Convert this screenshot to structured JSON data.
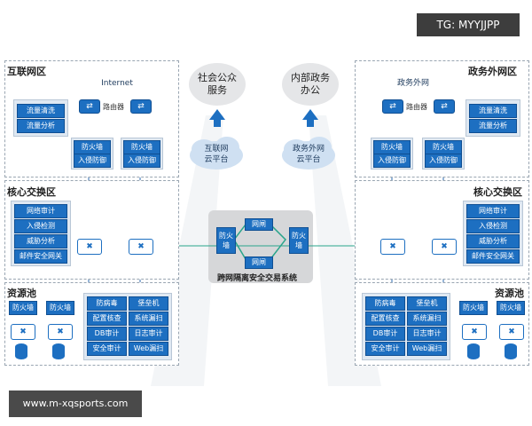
{
  "watermark_top": "TG: MYYJJPP",
  "watermark_bottom": "www.m-xqsports.com",
  "zones": {
    "internet_zone": "互联网区",
    "gov_extranet_zone": "政务外网区",
    "core_left": "核心交换区",
    "core_right": "核心交换区",
    "resource_left": "资源池",
    "resource_right": "资源池"
  },
  "clouds": {
    "internet": "Internet",
    "gov_extranet": "政务外网",
    "internet_platform": "互联网\n云平台",
    "gov_platform": "政务外网\n云平台"
  },
  "top_boxes": {
    "social_services": "社会公众\n服务",
    "internal_office": "内部政务\n办公"
  },
  "labels": {
    "router_left": "路由器",
    "router_right": "路由器",
    "gateway_system": "跨网隔离安全交易系统",
    "gateway_top": "网闸",
    "gateway_bottom": "网闸",
    "fw_left": "防火\n墙",
    "fw_right": "防火\n墙"
  },
  "left_internet_panel": [
    "流量清洗",
    "流量分析"
  ],
  "right_internet_panel": [
    "流量清洗",
    "流量分析"
  ],
  "left_internet_fw": [
    "防火墙",
    "入侵防御",
    "防火墙",
    "入侵防御"
  ],
  "right_internet_fw": [
    "防火墙",
    "入侵防御",
    "防火墙",
    "入侵防御"
  ],
  "left_core_panel": [
    "网络审计",
    "入侵检测",
    "威胁分析",
    "邮件安全网关"
  ],
  "right_core_panel": [
    "网络审计",
    "入侵检测",
    "威胁分析",
    "邮件安全网关"
  ],
  "left_resource_fw": [
    "防火墙",
    "防火墙"
  ],
  "right_resource_fw": [
    "防火墙",
    "防火墙"
  ],
  "left_resource_panel": [
    "防病毒",
    "堡垒机",
    "配置核查",
    "系统漏扫",
    "DB审计",
    "日志审计",
    "安全审计",
    "Web漏扫"
  ],
  "right_resource_panel": [
    "防病毒",
    "堡垒机",
    "配置核查",
    "系统漏扫",
    "DB审计",
    "日志审计",
    "安全审计",
    "Web漏扫"
  ]
}
